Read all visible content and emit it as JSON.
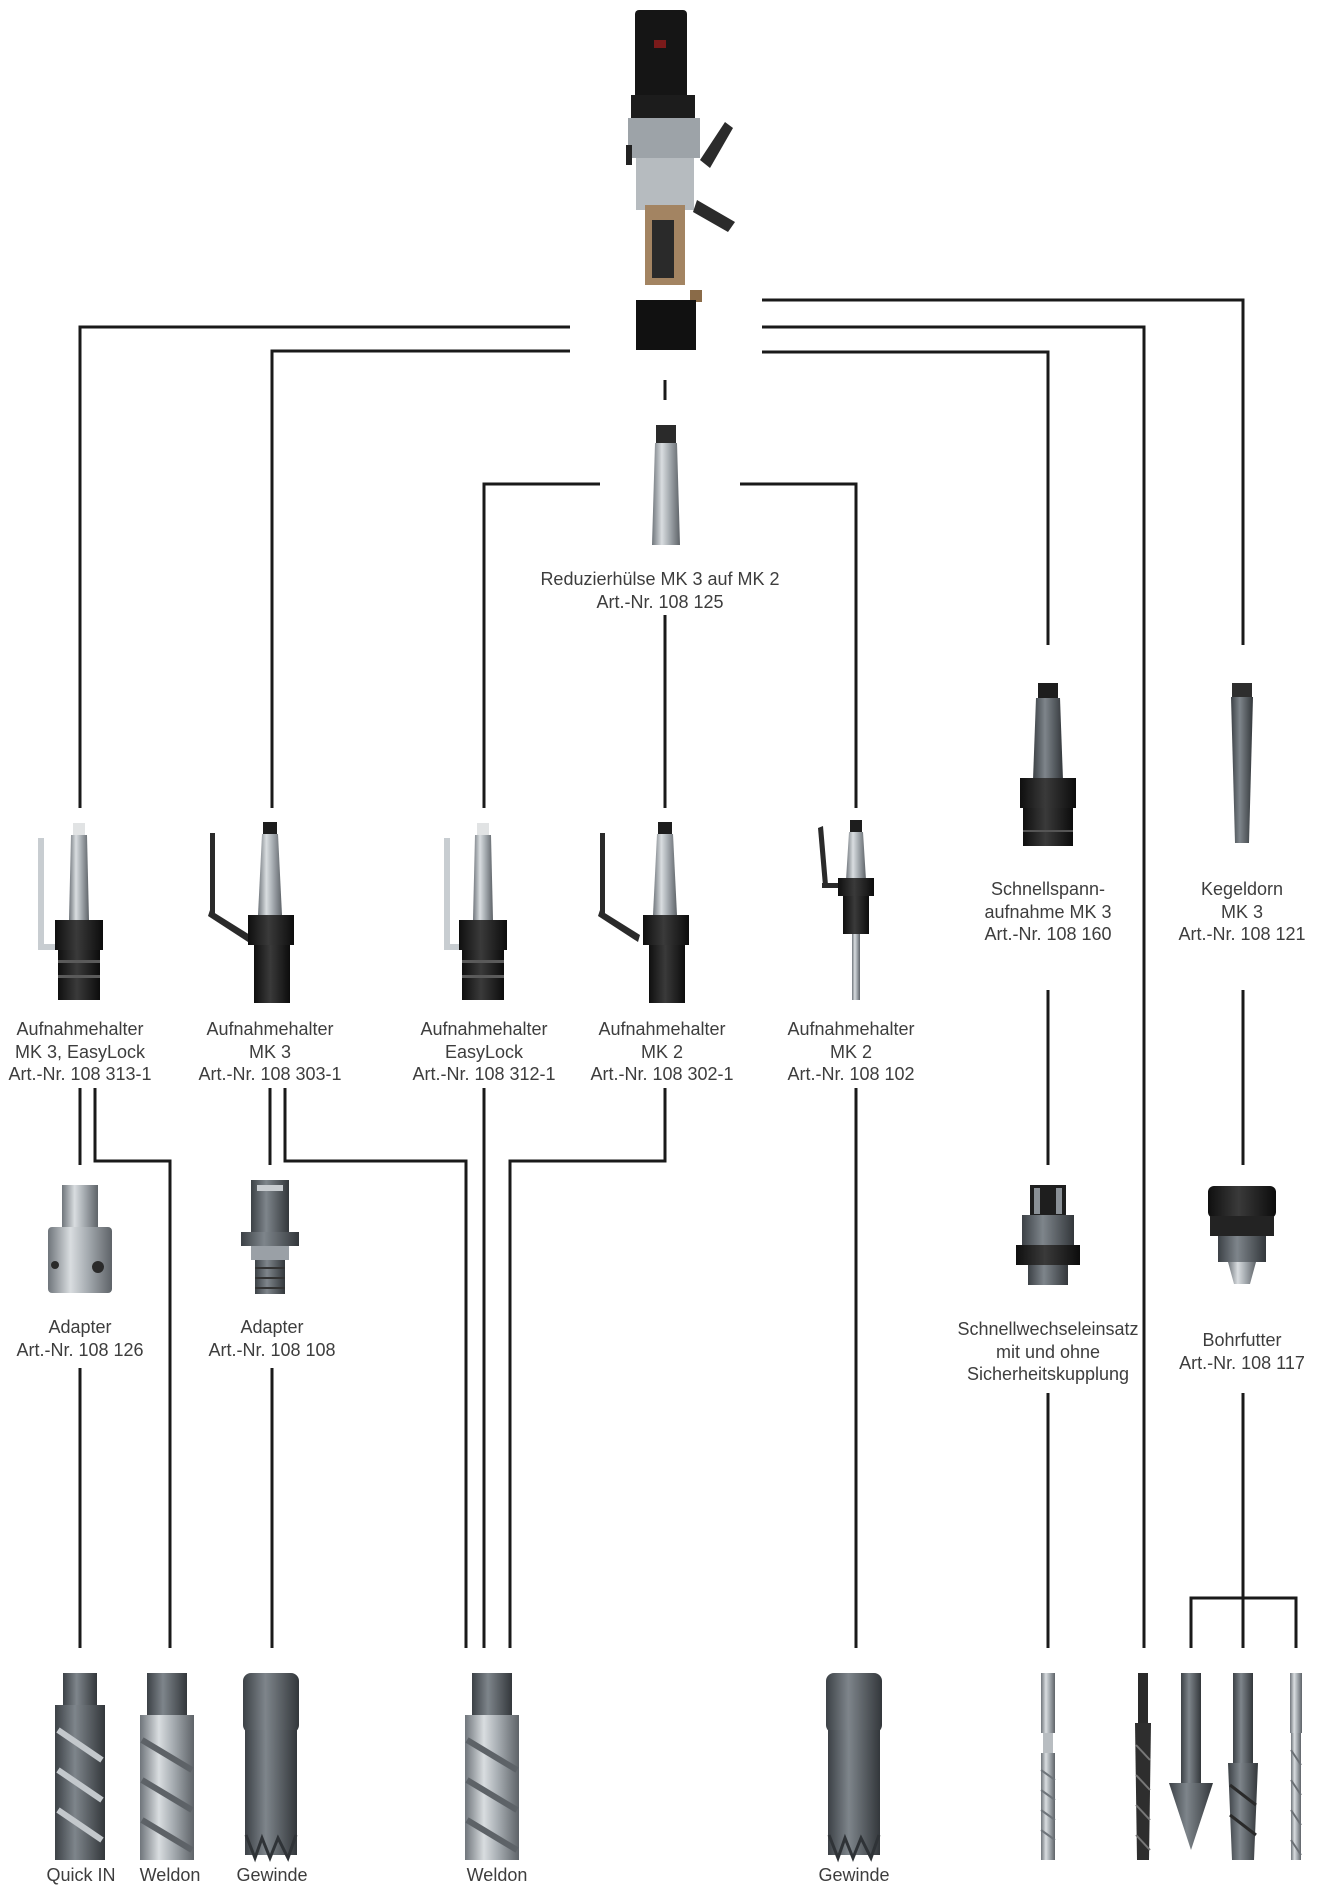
{
  "labels": {
    "reducer": {
      "line1": "Reduzierhülse MK 3 auf MK 2",
      "line2": "Art.-Nr. 108 125"
    },
    "holder1": {
      "line1": "Aufnahmehalter",
      "line2": "MK 3, EasyLock",
      "line3": "Art.-Nr. 108 313-1"
    },
    "holder2": {
      "line1": "Aufnahmehalter",
      "line2": "MK 3",
      "line3": "Art.-Nr. 108 303-1"
    },
    "holder3": {
      "line1": "Aufnahmehalter",
      "line2": "EasyLock",
      "line3": "Art.-Nr. 108 312-1"
    },
    "holder4": {
      "line1": "Aufnahmehalter",
      "line2": "MK 2",
      "line3": "Art.-Nr. 108 302-1"
    },
    "holder5": {
      "line1": "Aufnahmehalter",
      "line2": "MK 2",
      "line3": "Art.-Nr. 108 102"
    },
    "quickchange": {
      "line1": "Schnellspann-",
      "line2": "aufnahme MK 3",
      "line3": "Art.-Nr. 108 160"
    },
    "arbor": {
      "line1": "Kegeldorn",
      "line2": "MK 3",
      "line3": "Art.-Nr. 108 121"
    },
    "adapter1": {
      "line1": "Adapter",
      "line2": "Art.-Nr. 108 126"
    },
    "adapter2": {
      "line1": "Adapter",
      "line2": "Art.-Nr. 108 108"
    },
    "tapinsert": {
      "line1": "Schnellwechseleinsatz",
      "line2": "mit und ohne",
      "line3": "Sicherheitskupplung"
    },
    "chuck": {
      "line1": "Bohrfutter",
      "line2": "Art.-Nr. 108 117"
    }
  },
  "bottom_labels": {
    "quickin": "Quick IN",
    "weldon1": "Weldon",
    "gewinde1": "Gewinde",
    "weldon2": "Weldon",
    "gewinde2": "Gewinde"
  },
  "icons": [
    "drill-machine-icon",
    "morse-taper-sleeve-icon",
    "tool-holder-icon",
    "adapter-icon",
    "quick-change-chuck-icon",
    "taper-arbor-icon",
    "drill-chuck-icon",
    "core-cutter-icon",
    "tap-icon",
    "countersink-icon",
    "twist-drill-icon"
  ],
  "colors": {
    "line": "#1a1a1a",
    "text": "#3d3d3d",
    "metal": "#9aa0a6",
    "dark": "#1e1e1e"
  }
}
